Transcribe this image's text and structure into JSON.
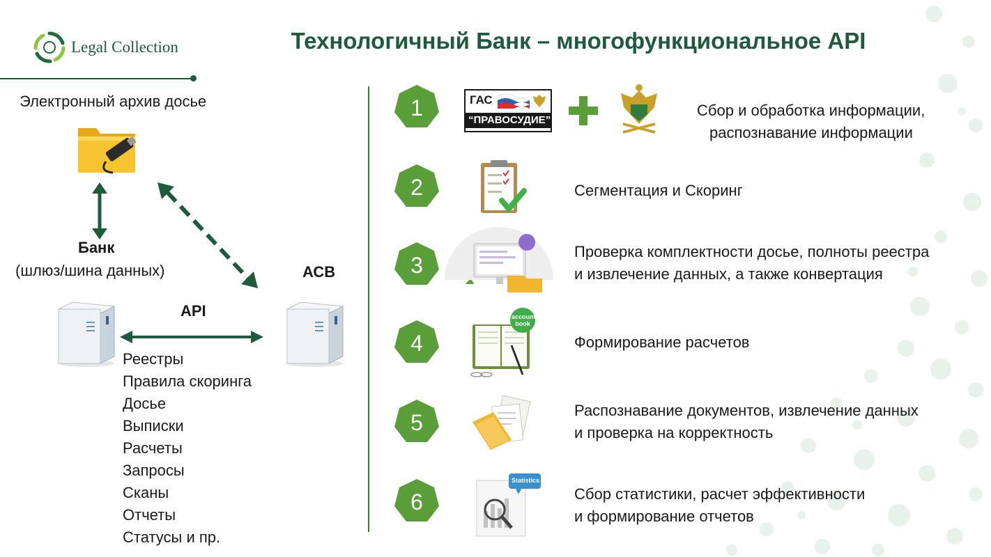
{
  "header": {
    "logo_text": "Legal Collection",
    "title": "Технологичный Банк – многофункциональное API"
  },
  "left": {
    "archive_label": "Электронный архив досье",
    "bank_label": "Банк",
    "bank_sublabel": "(шлюз/шина данных)",
    "asv_label": "АСВ",
    "api_label": "API",
    "items": [
      "Реестры",
      "Правила скоринга",
      "Досье",
      "Выписки",
      "Расчеты",
      "Запросы",
      "Сканы",
      "Отчеты",
      "Статусы и пр."
    ]
  },
  "steps": [
    {
      "number": "1",
      "lines": [
        "Сбор и обработка информации,",
        "распознавание информации"
      ],
      "gas_line1": "ГАС",
      "gas_line2": "“ПРАВОСУДИЕ”"
    },
    {
      "number": "2",
      "lines": [
        "Сегментация и Скоринг"
      ]
    },
    {
      "number": "3",
      "lines": [
        "Проверка комплектности досье, полноты реестра",
        "и извлечение данных, а также конвертация"
      ]
    },
    {
      "number": "4",
      "lines": [
        "Формирование расчетов"
      ],
      "book_line1": "account",
      "book_line2": "book"
    },
    {
      "number": "5",
      "lines": [
        "Распознавание документов, извлечение данных",
        "и проверка на корректность"
      ]
    },
    {
      "number": "6",
      "lines": [
        "Сбор статистики, расчет эффективности",
        "и формирование отчетов"
      ],
      "stats_label": "Statistics"
    }
  ],
  "colors": {
    "brand": "#1f5a3c",
    "badge": "#5a9e3a",
    "arrow": "#1f5a3c"
  }
}
